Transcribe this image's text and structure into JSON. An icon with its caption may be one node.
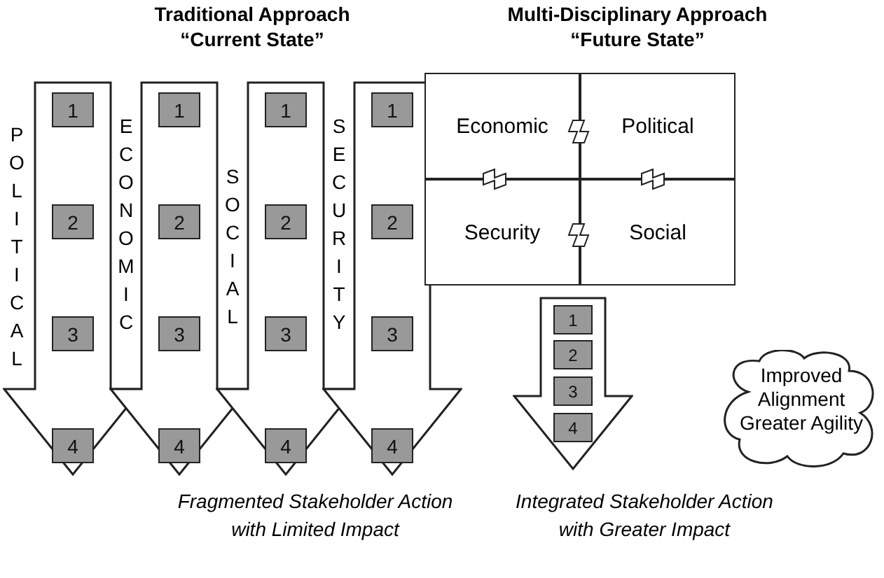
{
  "diagram": {
    "nodes": [
      {
        "text": [],
        "shape": "arrow"
      },
      {
        "text": [
          "1"
        ],
        "in": 0
      },
      {
        "text": [
          "2"
        ],
        "in": 0
      },
      {
        "text": [
          "3"
        ],
        "in": 0
      },
      {
        "text": [
          "4"
        ],
        "in": 0
      },
      {
        "text": [],
        "shape": "arrow"
      },
      {
        "text": [
          "1"
        ],
        "in": 5
      },
      {
        "text": [
          "2"
        ],
        "in": 5
      },
      {
        "text": [
          "3"
        ],
        "in": 5
      },
      {
        "text": [
          "4"
        ],
        "in": 5
      },
      {
        "text": [],
        "shape": "arrow"
      },
      {
        "text": [
          "1"
        ],
        "in": 10
      },
      {
        "text": [
          "2"
        ],
        "in": 10
      },
      {
        "text": [
          "3"
        ],
        "in": 10
      },
      {
        "text": [
          "4"
        ],
        "in": 10
      },
      {
        "text": [],
        "shape": "arrow"
      },
      {
        "text": [
          "1"
        ],
        "in": 15
      },
      {
        "text": [
          "2"
        ],
        "in": 15
      },
      {
        "text": [
          "3"
        ],
        "in": 15
      },
      {
        "text": [
          "4"
        ],
        "in": 15
      },
      {
        "text": [
          "Economic"
        ]
      },
      {
        "text": [
          "Political"
        ]
      },
      {
        "text": [
          "Security"
        ]
      },
      {
        "text": [
          "Social"
        ]
      },
      {
        "text": [],
        "shape": "arrow"
      },
      {
        "text": [
          "1"
        ],
        "in": 24
      },
      {
        "text": [
          "2"
        ],
        "in": 24
      },
      {
        "text": [
          "3"
        ],
        "in": 24
      },
      {
        "text": [
          "4"
        ],
        "in": 24
      },
      {
        "text": [
          "Improved Alignment Greater Agility"
        ]
      }
    ],
    "labels": [
      "Traditional Approach",
      "“Current State”",
      "Multi-Disciplinary Approach",
      "“Future State”",
      "POLITICAL",
      "ECONOMIC",
      "SOCIAL",
      "SECURITY",
      "Fragmented Stakeholder Action with Limited Impact",
      "Integrated Stakeholder Action with Greater Impact"
    ]
  }
}
